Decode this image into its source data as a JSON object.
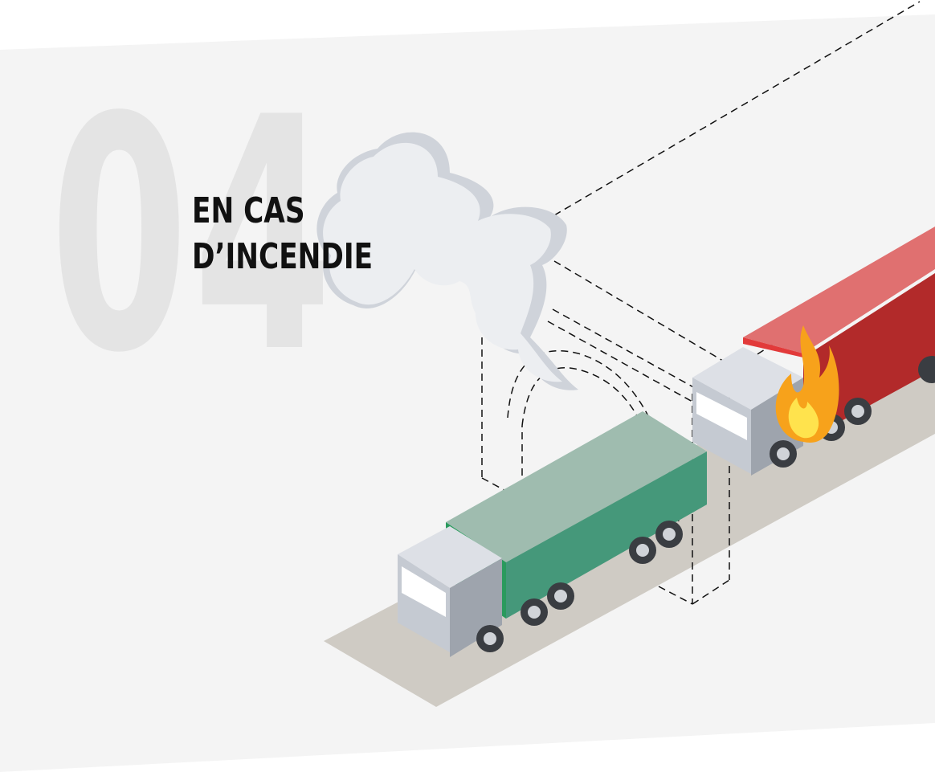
{
  "section": {
    "number": "04",
    "title_line1": "EN CAS",
    "title_line2": "D’INCENDIE"
  },
  "colors": {
    "background_band": "#f4f4f4",
    "big_number": "#e4e4e4",
    "title": "#111111",
    "road": "#cfcbc4",
    "truck_green_top": "#9fbcaf",
    "truck_green_side": "#45987a",
    "truck_green_stripe": "#2a9a5d",
    "truck_red_top": "#e07070",
    "truck_red_side": "#b22a2a",
    "truck_red_stripe": "#e23a3a",
    "cab": "#c5cad2",
    "smoke": "#e6e8ec",
    "fire": "#f7a21b"
  },
  "icons": [
    "smoke-cloud-icon",
    "fire-icon"
  ]
}
